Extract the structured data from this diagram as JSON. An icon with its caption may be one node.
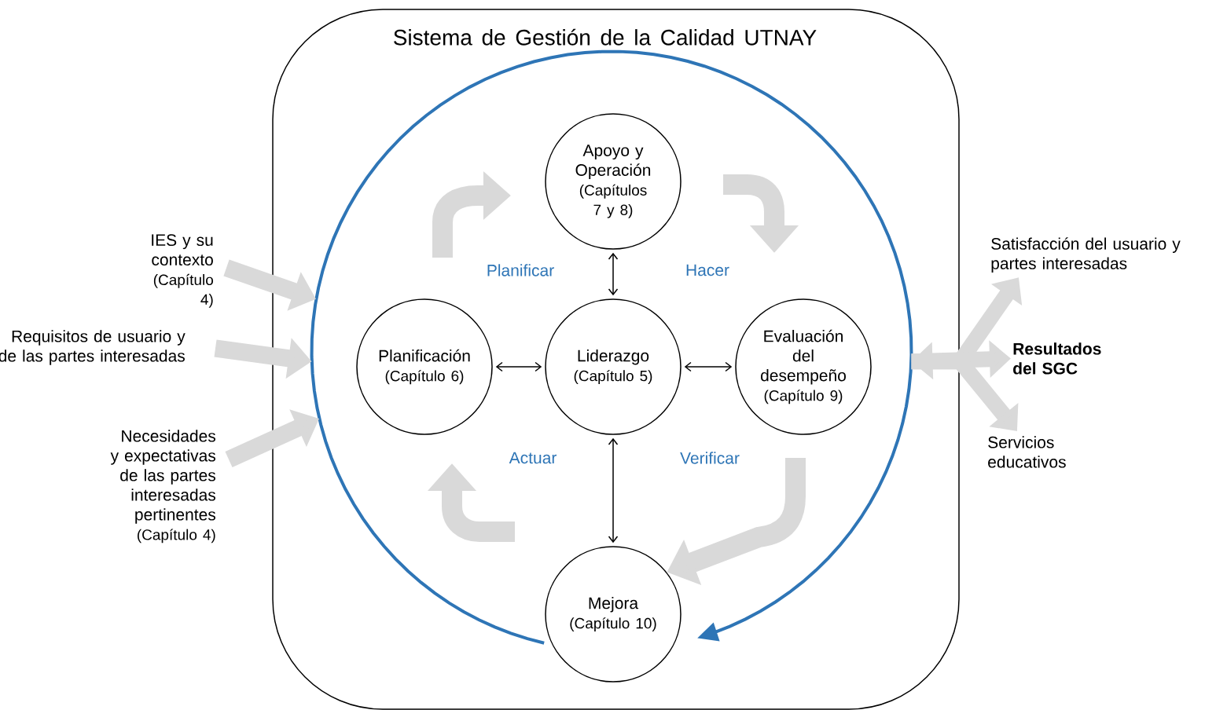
{
  "diagram": {
    "nodes": [
      {
        "text": [
          "Sistema de Gestión de la Calidad UTNAY"
        ]
      },
      {
        "text": [],
        "shape": "circle",
        "in": 0
      },
      {
        "text": [
          "Apoyo y Operación",
          "(Capítulos 7 y 8)"
        ],
        "in": 1
      },
      {
        "text": [
          "Planificación",
          "(Capítulo 6)"
        ],
        "in": 1
      },
      {
        "text": [
          "Liderazgo",
          "(Capítulo 5)"
        ],
        "in": 1
      },
      {
        "text": [
          "Evaluación del desempeño",
          "(Capítulo 9)"
        ],
        "in": 1
      },
      {
        "text": [
          "Mejora",
          "(Capítulo 10)"
        ],
        "in": 0
      },
      {
        "text": [
          "IES y su contexto",
          "(Capítulo 4)"
        ]
      },
      {
        "text": [
          "Requisitos de usuario y de las partes interesadas"
        ]
      },
      {
        "text": [
          "Necesidades y expectativas de las partes interesadas pertinentes",
          "(Capítulo 4)"
        ]
      },
      {
        "text": [
          "Satisfacción del usuario y partes interesadas"
        ]
      },
      {
        "text": [
          "Resultados del SGC"
        ]
      },
      {
        "text": [
          "Servicios educativos"
        ]
      }
    ],
    "edges": [
      {
        "from": 7,
        "to": 1,
        "arrow": "to"
      },
      {
        "from": 8,
        "to": 1,
        "arrow": "to"
      },
      {
        "from": 9,
        "to": 1,
        "arrow": "to"
      },
      {
        "from": 2,
        "to": 4,
        "arrow": "both",
        "color": "#000000"
      },
      {
        "from": 3,
        "to": 4,
        "arrow": "both",
        "color": "#000000"
      },
      {
        "from": 4,
        "to": 5,
        "arrow": "both",
        "color": "#000000"
      },
      {
        "from": 4,
        "to": 6,
        "arrow": "both",
        "color": "#000000"
      },
      {
        "from": 3,
        "to": 2,
        "arrow": "to",
        "label": "Planificar"
      },
      {
        "from": 2,
        "to": 5,
        "arrow": "to",
        "label": "Hacer"
      },
      {
        "from": 5,
        "to": 6,
        "arrow": "to",
        "label": "Verificar"
      },
      {
        "from": 6,
        "to": 3,
        "arrow": "to",
        "label": "Actuar"
      },
      {
        "from": 1,
        "to": 10,
        "arrow": "to"
      },
      {
        "from": 1,
        "to": 11,
        "arrow": "both"
      },
      {
        "from": 1,
        "to": 12,
        "arrow": "to"
      }
    ]
  }
}
